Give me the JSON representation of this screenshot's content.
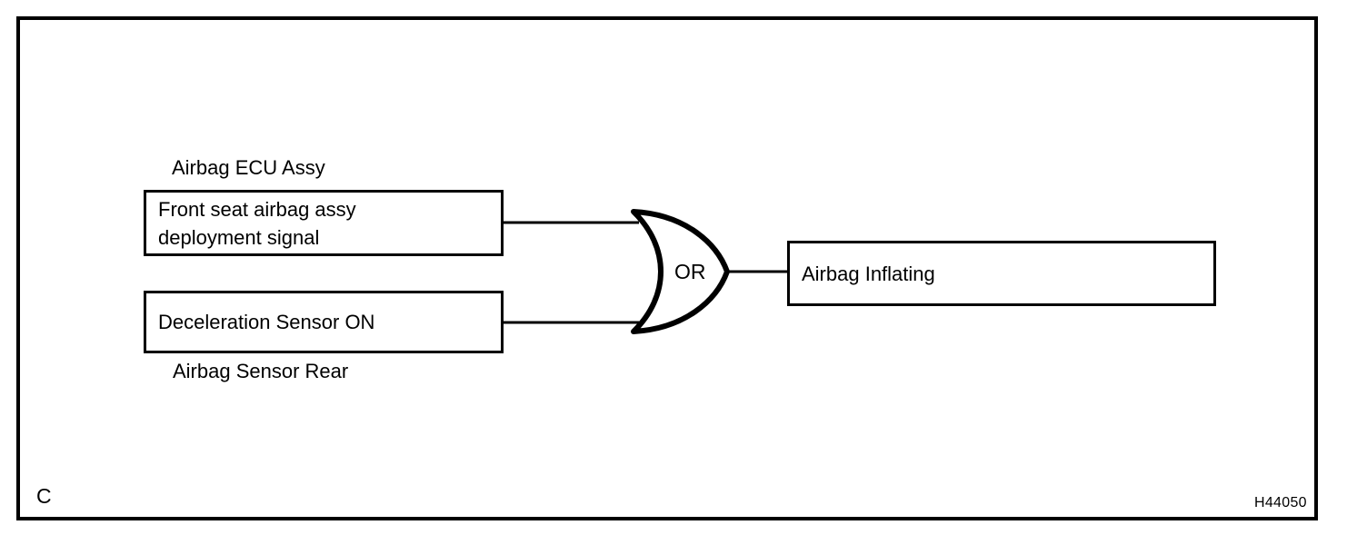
{
  "figure": {
    "type": "logic-gate-diagram",
    "corner_letter": "C",
    "figure_code": "H44050",
    "gate": {
      "label": "OR",
      "kind": "or-gate",
      "inputs": 2,
      "outputs": 1
    },
    "inputs": [
      {
        "id": "front-seat-airbag",
        "group_caption": "Airbag ECU Assy",
        "caption_position": "above",
        "lines": [
          "Front seat airbag assy",
          "deployment signal"
        ]
      },
      {
        "id": "deceleration-sensor",
        "group_caption": "Airbag Sensor Rear",
        "caption_position": "below",
        "lines": [
          "Deceleration Sensor ON"
        ]
      }
    ],
    "output": {
      "id": "airbag-inflating",
      "lines": [
        "Airbag Inflating"
      ]
    },
    "colors": {
      "stroke": "#000000",
      "fill": "#ffffff"
    }
  }
}
